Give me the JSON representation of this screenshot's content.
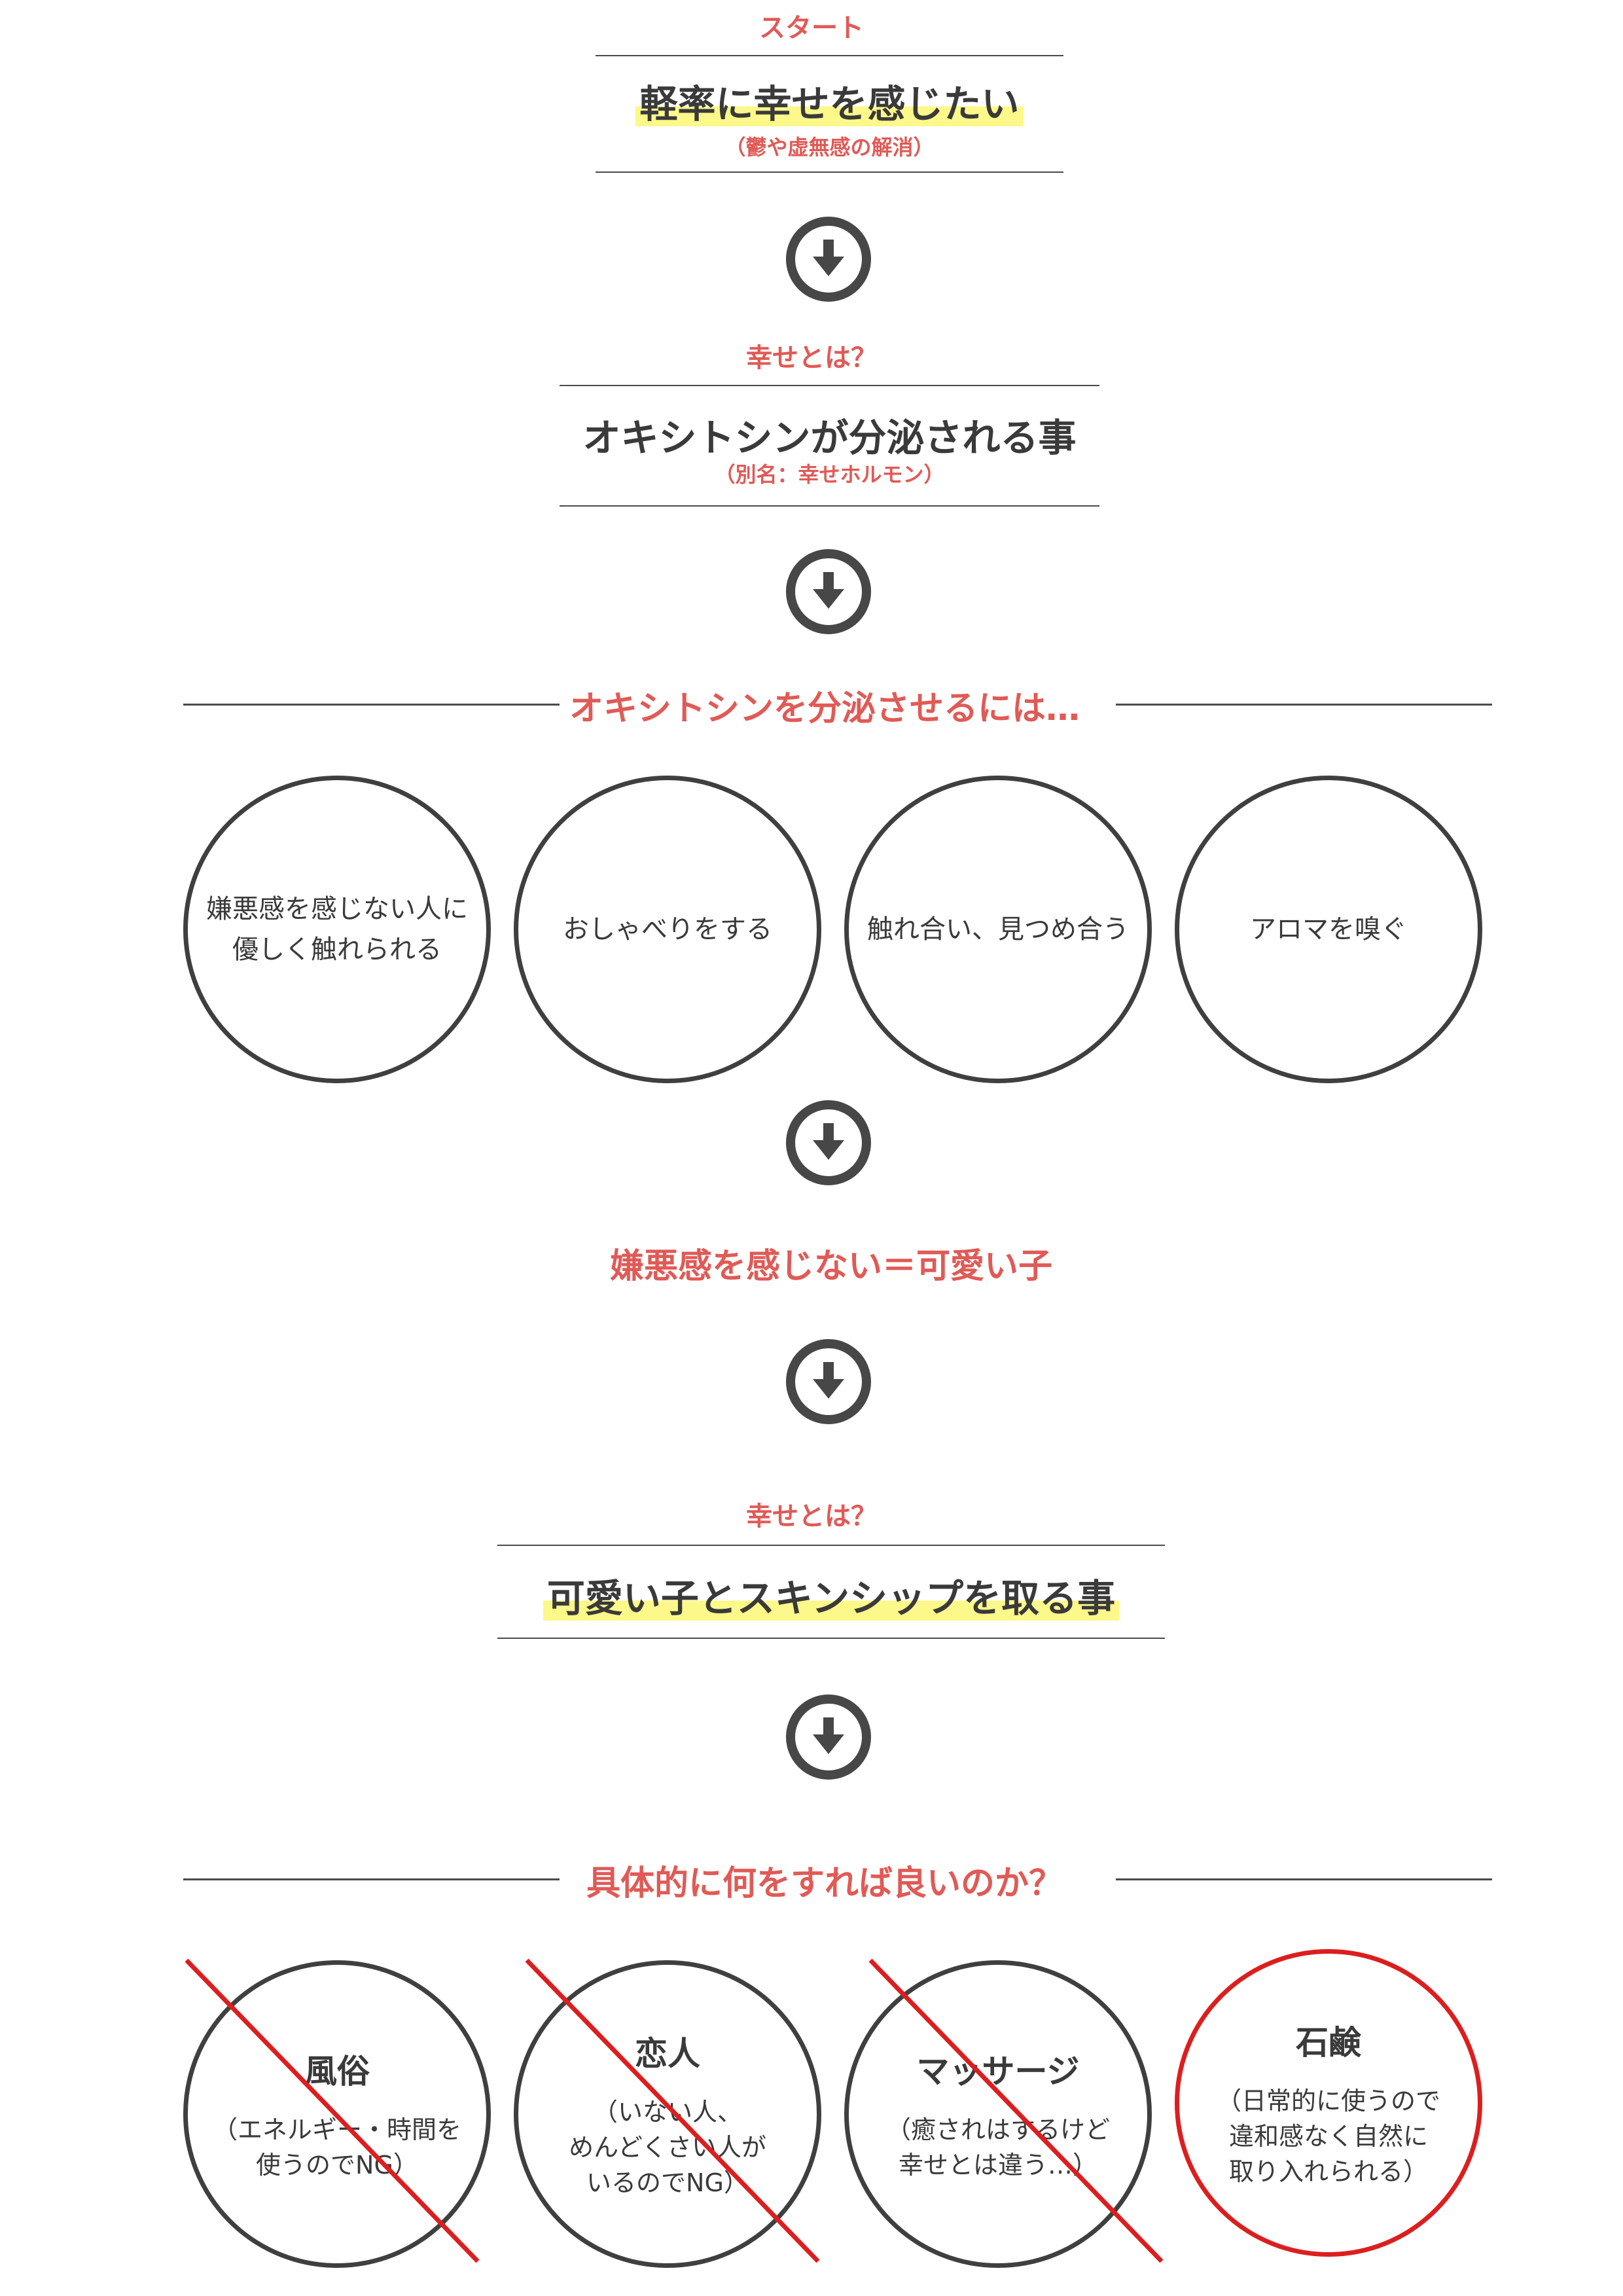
{
  "step1": {
    "label": "スタート",
    "title": "軽率に幸せを感じたい",
    "note": "（鬱や虚無感の解消）"
  },
  "step2": {
    "label": "幸せとは？",
    "title": "オキシトシンが分泌される事",
    "note": "（別名：幸せホルモン）"
  },
  "section1": {
    "heading": "オキシトシンを分泌させるには…",
    "methods": [
      "嫌悪感を感じない人に\n優しく触れられる",
      "おしゃべりをする",
      "触れ合い、見つめ合う",
      "アロマを嗅ぐ"
    ]
  },
  "step3": {
    "label": "嫌悪感を感じない＝可愛い子"
  },
  "step4": {
    "label": "幸せとは？",
    "title": "可愛い子とスキンシップを取る事"
  },
  "section2": {
    "heading": "具体的に何をすれば良いのか？",
    "options": [
      {
        "name": "風俗",
        "note": "（エネルギー・時間を\n使うのでNG）",
        "rejected": true
      },
      {
        "name": "恋人",
        "note": "（いない人、\nめんどくさい人が\nいるのでNG）",
        "rejected": true
      },
      {
        "name": "マッサージ",
        "note": "（癒されはするけど\n幸せとは違う…）",
        "rejected": true
      },
      {
        "name": "石鹸",
        "note": "（日常的に使うので\n違和感なく自然に\n取り入れられる）",
        "rejected": false
      }
    ]
  },
  "colors": {
    "accent_red": "#e05a56",
    "text_dark": "#3a3a3a",
    "highlight": "#fcf88a",
    "strike_red": "#dd1e1e"
  }
}
